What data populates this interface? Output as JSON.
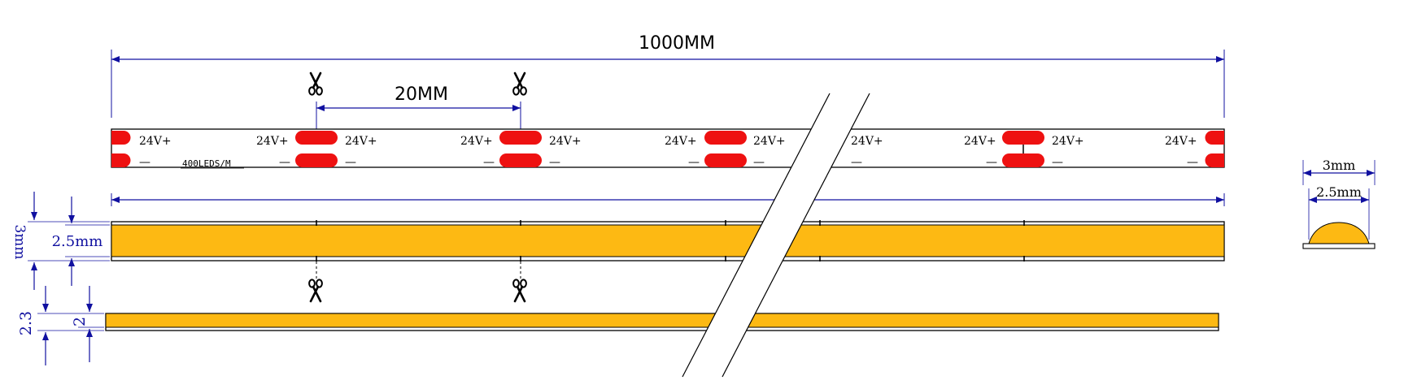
{
  "drawing": {
    "total_length": "1000MM",
    "cut_pitch": "20MM",
    "density_label": "400LEDS/M",
    "pad_positive": "24V+",
    "pad_negative": "—",
    "width_outer": "3mm",
    "width_inner": "2.5mm",
    "thickness_outer": "2.3",
    "thickness_inner": "2",
    "profile_width_outer": "3mm",
    "profile_width_inner": "2.5mm"
  },
  "icons": {
    "scissors": "scissors-icon",
    "dim_arrow": "arrowhead"
  },
  "colors": {
    "dimension": "#1010a0",
    "phosphor": "#fdb913",
    "led_pad": "#ee1111",
    "outline": "#000000"
  }
}
